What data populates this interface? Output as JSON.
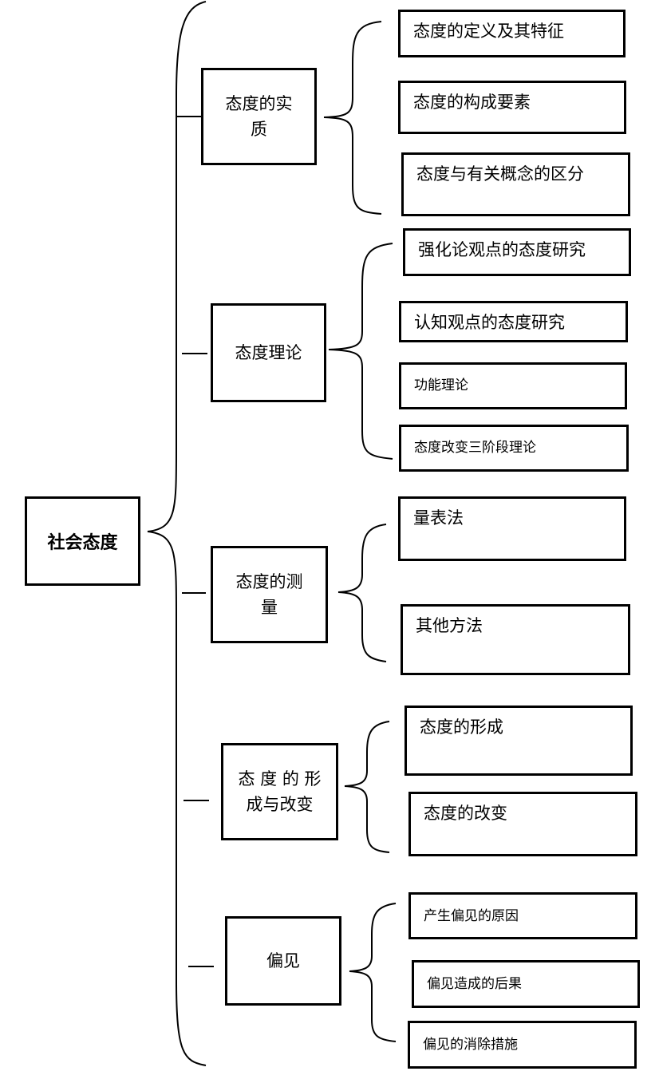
{
  "root": {
    "label": "社会态度"
  },
  "sections": [
    {
      "label_lines": [
        "态度的实",
        "质"
      ],
      "items": [
        "态度的定义及其特征",
        "态度的构成要素",
        "态度与有关概念的区分"
      ]
    },
    {
      "label_lines": [
        "态度理论"
      ],
      "items": [
        "强化论观点的态度研究",
        "认知观点的态度研究",
        "功能理论",
        "态度改变三阶段理论"
      ]
    },
    {
      "label_lines": [
        "态度的测",
        "量"
      ],
      "items": [
        "量表法",
        "其他方法"
      ]
    },
    {
      "label_lines": [
        "态 度 的 形",
        "成与改变"
      ],
      "items": [
        "态度的形成",
        "态度的改变"
      ]
    },
    {
      "label_lines": [
        "偏见"
      ],
      "items": [
        "产生偏见的原因",
        "偏见造成的后果",
        "偏见的消除措施"
      ]
    }
  ]
}
